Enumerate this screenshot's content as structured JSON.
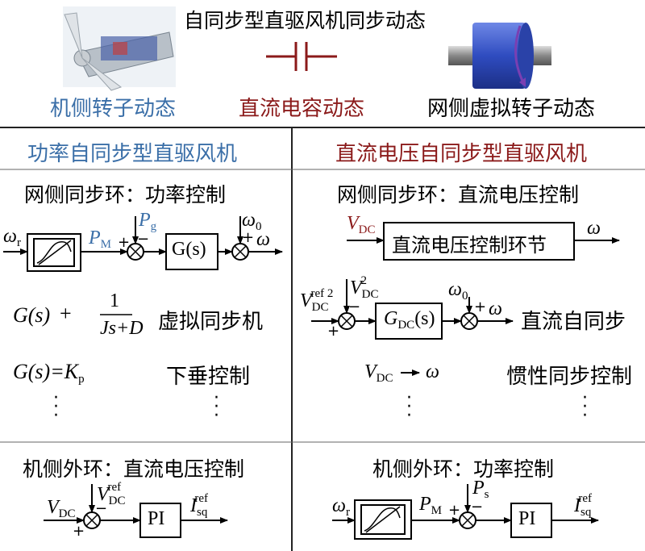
{
  "header": {
    "title": "自同步型直驱风机同步动态",
    "left_label": "机侧转子动态",
    "mid_label": "直流电容动态",
    "right_label": "网侧虚拟转子动态"
  },
  "left": {
    "section_title": "功率自同步型直驱风机",
    "grid_loop_title": "网侧同步环：功率控制",
    "omega_r": "ω",
    "omega_r_sub": "r",
    "pm": "P",
    "pm_sub": "M",
    "pg": "P",
    "pg_sub": "g",
    "gs_block": "G(s)",
    "omega0": "ω",
    "omega0_sub": "0",
    "omega_out": "ω",
    "eq1_lhs": "G(s)",
    "eq1_num": "1",
    "eq1_den": "Js+D",
    "eq1_desc": "虚拟同步机",
    "eq2": "G(s)=K",
    "eq2_sub": "p",
    "eq2_desc": "下垂控制",
    "machine_loop_title": "机侧外环：直流电压控制",
    "vdc": "V",
    "vdc_sub": "DC",
    "vdcref": "V",
    "vdcref_sub": "DC",
    "vdcref_sup": "ref",
    "pi_block": "PI",
    "isq": "I",
    "isq_sub": "sq",
    "isq_sup": "ref"
  },
  "right": {
    "section_title": "直流电压自同步型直驱风机",
    "grid_loop_title": "网侧同步环：直流电压控制",
    "vdc_in": "V",
    "vdc_in_sub": "DC",
    "ctrl_block": "直流电压控制环节",
    "omega_out": "ω",
    "vref2": "V",
    "vref2_sub": "DC",
    "vref2_sup": "ref 2",
    "vdc2": "V",
    "vdc2_sub": "DC",
    "vdc2_sup": "2",
    "gdc_block": "G",
    "gdc_sub": "DC",
    "gdc_tail": "(s)",
    "omega0": "ω",
    "omega0_sub": "0",
    "omega_out2": "ω",
    "dc_self_sync": "直流自同步",
    "map_v": "V",
    "map_v_sub": "DC",
    "map_arrow": "→",
    "map_omega": "ω",
    "inertia_sync": "惯性同步控制",
    "machine_loop_title": "机侧外环：功率控制",
    "omega_r": "ω",
    "omega_r_sub": "r",
    "pm": "P",
    "pm_sub": "M",
    "ps": "P",
    "ps_sub": "s",
    "pi_block": "PI",
    "isq": "I",
    "isq_sub": "sq",
    "isq_sup": "ref"
  },
  "signs": {
    "plus": "+",
    "minus": "−"
  },
  "colors": {
    "blue": "#3b6fa8",
    "red": "#8b1a1a",
    "rotor": "#3a59c8"
  }
}
